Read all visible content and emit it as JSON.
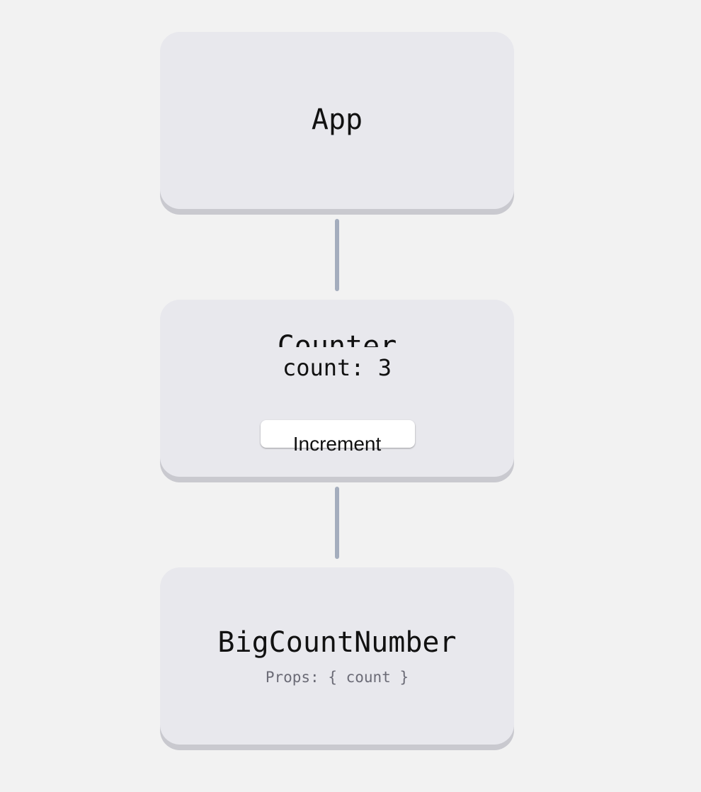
{
  "nodes": {
    "app": {
      "title": "App"
    },
    "counter": {
      "title": "Counter",
      "state": "count: 3",
      "button_label": "Increment"
    },
    "big_count_number": {
      "title": "BigCountNumber",
      "props": "Props: { count }"
    }
  }
}
